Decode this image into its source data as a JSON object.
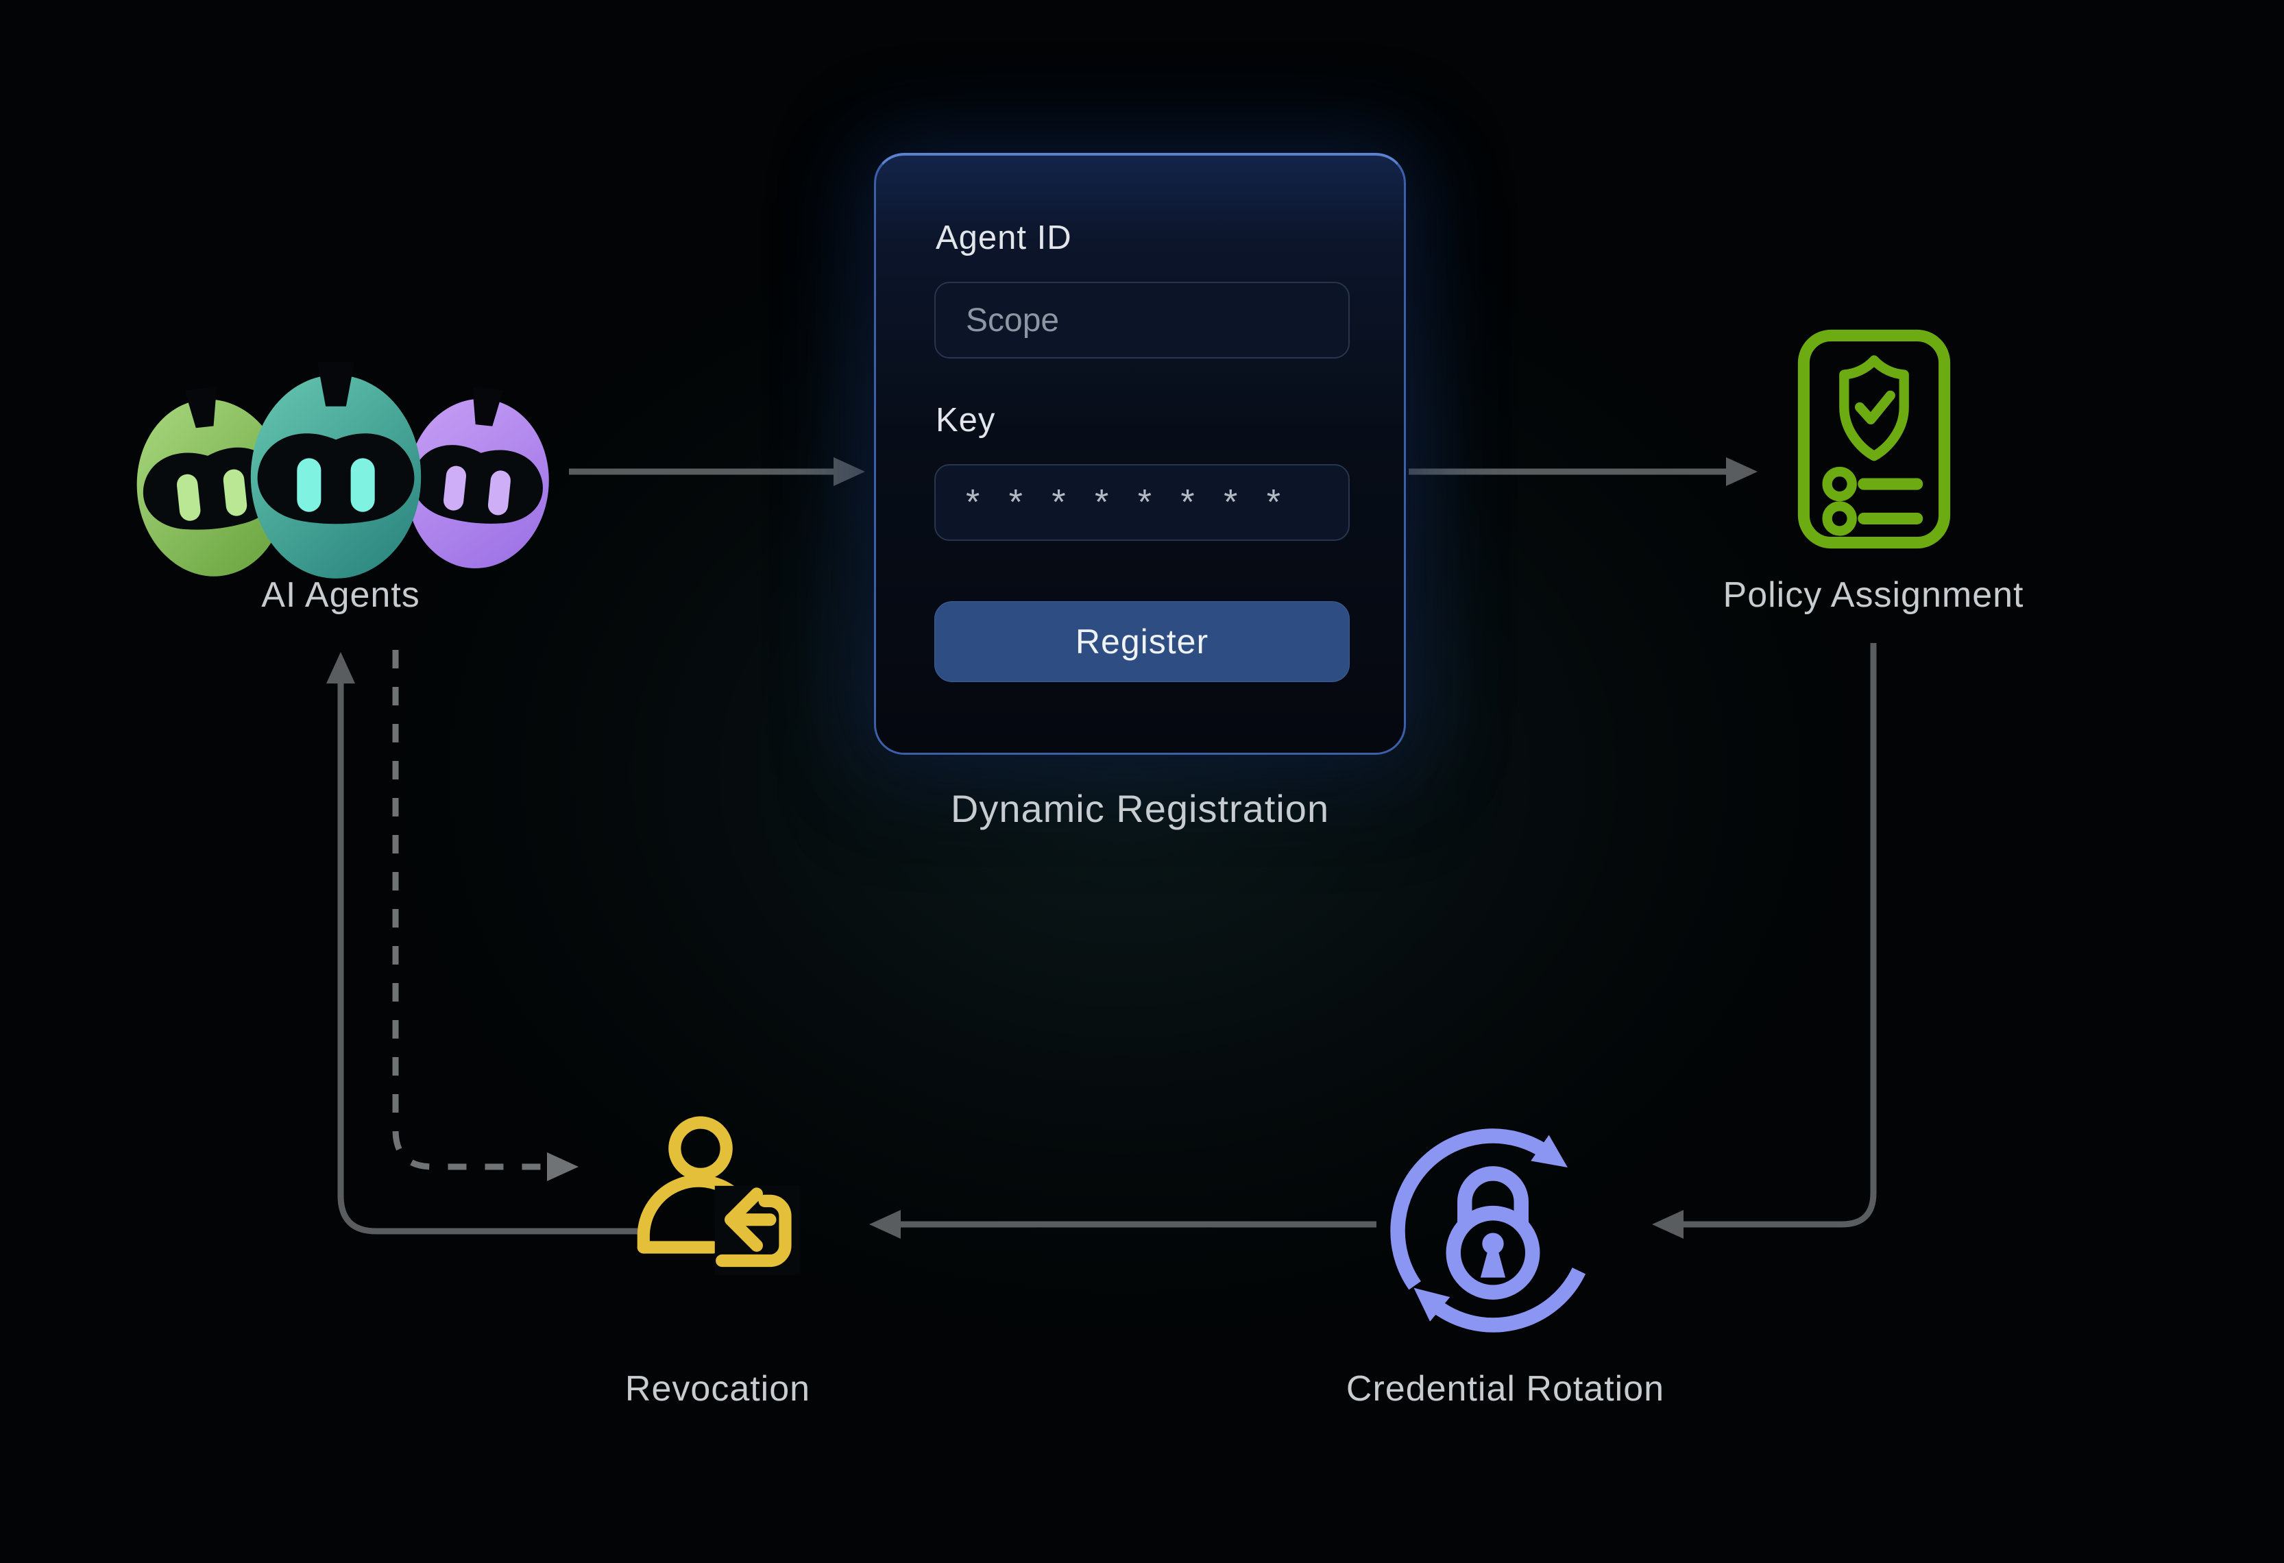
{
  "nodes": {
    "ai_agents": {
      "label": "AI Agents"
    },
    "registration": {
      "label": "Dynamic Registration",
      "agent_id_label": "Agent ID",
      "scope_placeholder": "Scope",
      "key_label": "Key",
      "key_masked_value": "* * * * * * * *",
      "register_button": "Register"
    },
    "policy_assignment": {
      "label": "Policy Assignment"
    },
    "credential_rotation": {
      "label": "Credential Rotation"
    },
    "revocation": {
      "label": "Revocation"
    }
  },
  "icons": {
    "ai_agents": "robot-trio-icon",
    "policy_assignment": "policy-document-shield-check-icon",
    "credential_rotation": "lock-rotation-arrows-icon",
    "revocation": "user-return-arrow-icon"
  },
  "colors": {
    "background": "#020405",
    "robot_green": "#8cc873",
    "robot_teal": "#46a99e",
    "robot_purple": "#b18cf0",
    "policy_green": "#6cab12",
    "rotation_purple": "#8b95f2",
    "revocation_yellow": "#e3bf3a",
    "connector_gray": "#595d60",
    "dashed_connector_gray": "#6f7376",
    "card_border_blue": "#3b5fa8",
    "register_button_blue": "#2e4d82",
    "label_gray": "#c7ccd1"
  },
  "connections": [
    {
      "from": "ai_agents",
      "to": "registration",
      "style": "solid"
    },
    {
      "from": "registration",
      "to": "policy_assignment",
      "style": "solid"
    },
    {
      "from": "policy_assignment",
      "to": "credential_rotation",
      "style": "solid"
    },
    {
      "from": "credential_rotation",
      "to": "revocation",
      "style": "solid"
    },
    {
      "from": "revocation",
      "to": "ai_agents",
      "style": "solid"
    },
    {
      "from": "ai_agents",
      "to": "revocation",
      "style": "dashed"
    }
  ]
}
